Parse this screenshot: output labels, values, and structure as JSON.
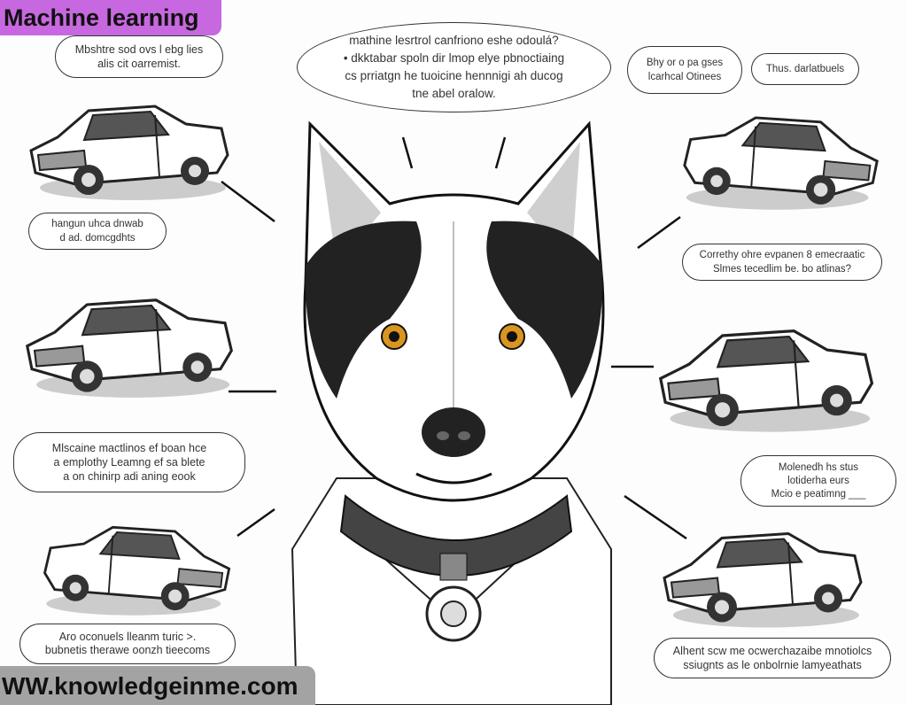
{
  "title_badge": {
    "label": "Machine learning",
    "color": "#c768e0"
  },
  "site_badge": {
    "label": "WW.knowledgeinme.com",
    "color": "#a3a3a3"
  },
  "center_bubble": {
    "lines": [
      "mathine lesrtrol canfriono eshe odoulá?",
      "• dkktabar spoln dir lmop  elye pbnoctiaing",
      "cs prriatgn he tuoicine hennnigi ah ducog",
      "tne abel oralow."
    ]
  },
  "bubbles": [
    {
      "lines": [
        "Mbshtre sod ovs l ebg lies",
        "alis cit oarremist."
      ]
    },
    {
      "lines": [
        "Bhy or o pa gses",
        "lcarhcal Otinees"
      ]
    },
    {
      "lines": [
        "Thus. darlatbuels"
      ]
    },
    {
      "lines": [
        "hangun uhca dnwab",
        "d ad. domcgdhts"
      ]
    },
    {
      "lines": [
        "Correthy ohre evpanen 8 emecraatic",
        "Slmes tecedlim be. bo atlinas?"
      ]
    },
    {
      "lines": [
        "Mlscaine mactlinos ef boan hce",
        "a emplothy Leamng ef sa blete",
        "a on chinirp adi aning eook"
      ]
    },
    {
      "lines": [
        "Molenedh hs stus",
        "lotiderha eurs",
        "Mcio e peatimng ___"
      ]
    },
    {
      "lines": [
        "Aro oconuels lleanm turic >.",
        "bubnetis therawe oonzh tieecoms"
      ]
    },
    {
      "lines": [
        "Alhent scw me ocwerchazaibe mnotiolcs",
        "ssiugnts as le onbolrnie  lamyeathats"
      ]
    }
  ],
  "illustration": {
    "subject": "dog-with-collar",
    "eye_color": "#d9951f"
  }
}
